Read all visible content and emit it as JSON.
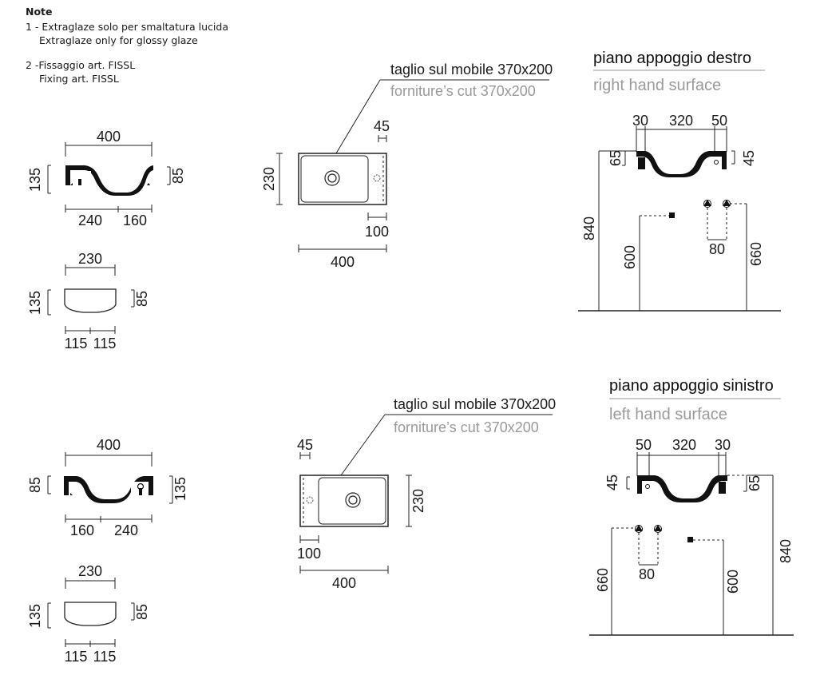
{
  "notes": {
    "title": "Note",
    "item1_it": "1 - Extraglaze solo per smaltatura lucida",
    "item1_en": "Extraglaze only for glossy glaze",
    "item2_it": "2 -Fissaggio art. FISSL",
    "item2_en": "Fixing art. FISSL"
  },
  "top": {
    "front_width": "400",
    "front_height": "135",
    "front_inner_height": "85",
    "front_left": "240",
    "front_right": "160",
    "side_width": "230",
    "side_height": "135",
    "side_inner_height": "85",
    "side_left": "115",
    "side_right": "115",
    "plan_height": "230",
    "plan_offset": "45",
    "plan_bottom_offset": "100",
    "plan_width": "400",
    "cut_it": "taglio sul mobile 370x200",
    "cut_en": "forniture’s cut  370x200",
    "surface_it": "piano appoggio destro",
    "surface_en": "right hand surface",
    "inst_d1": "30",
    "inst_d2": "320",
    "inst_d3": "50",
    "inst_h1": "65",
    "inst_h2": "45",
    "inst_v840": "840",
    "inst_v600": "600",
    "inst_v660": "660",
    "inst_spacing": "80"
  },
  "bottom": {
    "front_width": "400",
    "front_height": "135",
    "front_inner_height": "85",
    "front_left": "160",
    "front_right": "240",
    "side_width": "230",
    "side_height": "135",
    "side_inner_height": "85",
    "side_left": "115",
    "side_right": "115",
    "plan_height": "230",
    "plan_offset": "45",
    "plan_bottom_offset": "100",
    "plan_width": "400",
    "cut_it": "taglio sul mobile 370x200",
    "cut_en": "forniture’s cut  370x200",
    "surface_it": "piano appoggio sinistro",
    "surface_en": "left hand surface",
    "inst_d1": "50",
    "inst_d2": "320",
    "inst_d3": "30",
    "inst_h1": "45",
    "inst_h2": "65",
    "inst_v840": "840",
    "inst_v600": "600",
    "inst_v660": "660",
    "inst_spacing": "80"
  }
}
